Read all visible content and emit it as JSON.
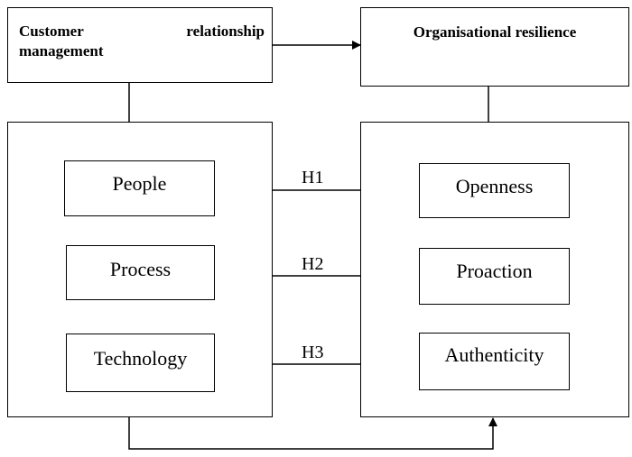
{
  "crm": {
    "title_word1": "Customer",
    "title_word2": "relationship",
    "title_line2": "management",
    "items": [
      "People",
      "Process",
      "Technology"
    ]
  },
  "resilience": {
    "title": "Organisational resilience",
    "items": [
      "Openness",
      "Proaction",
      "Authenticity"
    ]
  },
  "hypotheses": [
    "H1",
    "H2",
    "H3"
  ]
}
